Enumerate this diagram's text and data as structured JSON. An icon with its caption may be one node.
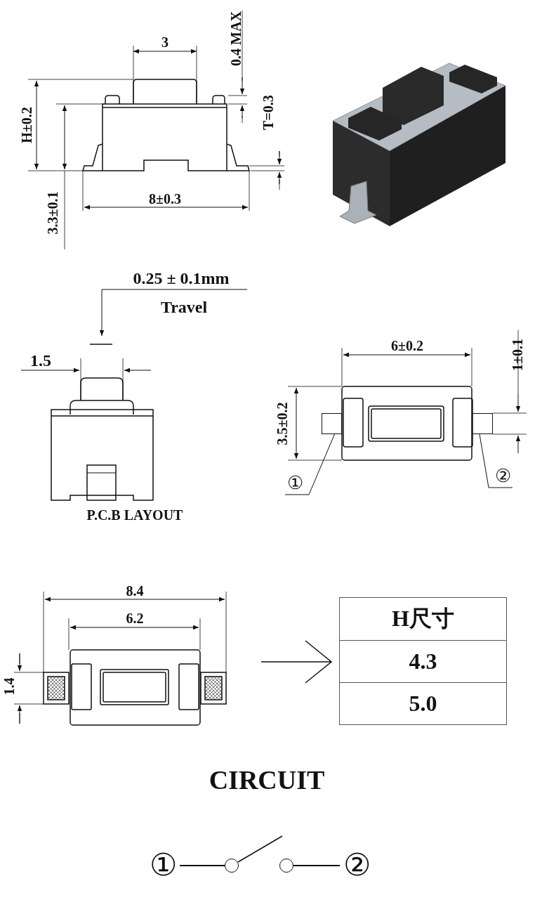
{
  "diagram": {
    "nodes": [
      {
        "text": [
          "①"
        ]
      },
      {
        "text": [],
        "shape": "box"
      },
      {
        "text": [
          "②"
        ]
      },
      {
        "text": [],
        "shape": "box"
      },
      {
        "text": [
          "①"
        ]
      },
      {
        "text": [],
        "shape": "circle"
      },
      {
        "text": [],
        "shape": "circle"
      },
      {
        "text": [
          "②"
        ]
      }
    ],
    "edges": [
      {
        "from": 0,
        "to": 1,
        "arrow": "none"
      },
      {
        "from": 2,
        "to": 3,
        "arrow": "none"
      },
      {
        "from": 4,
        "to": 5,
        "arrow": "none"
      },
      {
        "from": 6,
        "to": 7,
        "arrow": "none"
      }
    ],
    "labels": [
      "3",
      "0.4 MAX",
      "H±0.2",
      "T=0.3",
      "3.3±0.1",
      "8±0.3",
      "0.25 ± 0.1mm",
      "Travel",
      "1.5",
      "6±0.2",
      "1±0.1",
      "3.5±0.2",
      "P.C.B LAYOUT",
      "8.4",
      "6.2",
      "1.4",
      "H尺寸",
      "4.3",
      "5.0",
      "CIRCUIT"
    ]
  }
}
